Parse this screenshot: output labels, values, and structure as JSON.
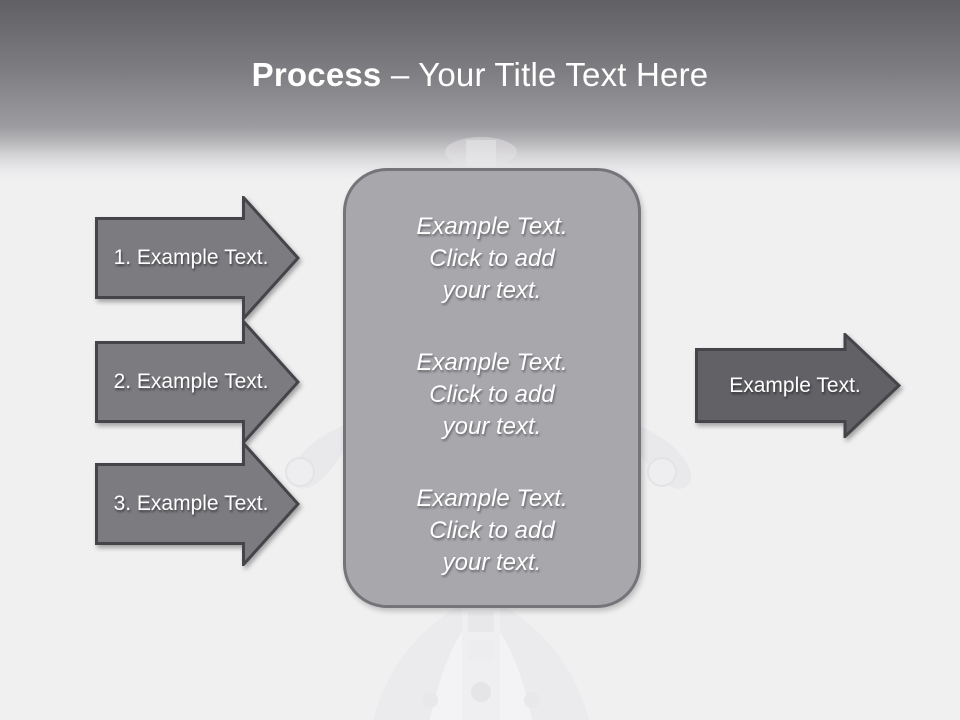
{
  "header": {
    "title_bold": "Process",
    "title_rest": " – Your Title Text Here"
  },
  "left_arrows": [
    {
      "label": "1. Example Text."
    },
    {
      "label": "2. Example Text."
    },
    {
      "label": "3. Example Text."
    }
  ],
  "center_panel": {
    "placeholders": [
      {
        "text": "Example Text.\nClick  to add\nyour text."
      },
      {
        "text": "Example Text.\nClick  to add\nyour text."
      },
      {
        "text": "Example Text.\nClick  to add\nyour text."
      }
    ]
  },
  "right_arrow": {
    "label": "Example Text."
  },
  "colors": {
    "header_gradient_top": "#616065",
    "background": "#f1f0f1",
    "left_arrow_fill": "#7c7b80",
    "right_arrow_fill": "#626166",
    "arrow_outline": "#454449",
    "panel_fill": "#a8a7ac",
    "panel_border": "#757479",
    "text": "#ffffff",
    "watermark_tint": "#e7e6e9"
  }
}
